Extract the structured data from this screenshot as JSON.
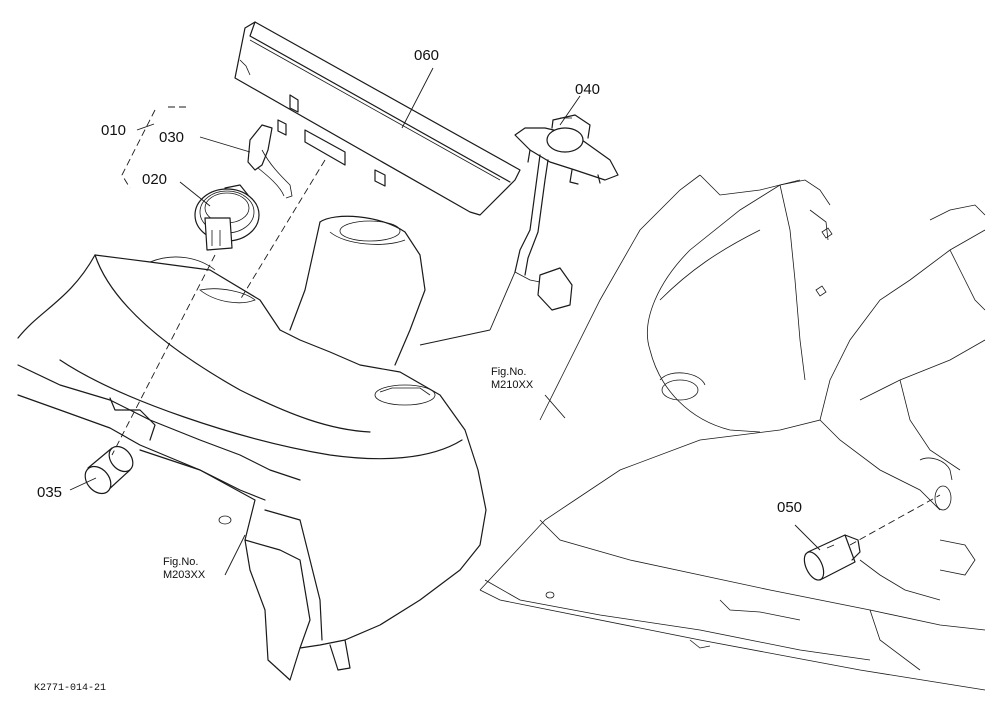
{
  "callouts": {
    "p060": "060",
    "p040": "040",
    "p010": "010",
    "p030": "030",
    "p020": "020",
    "p035": "035",
    "p050": "050"
  },
  "fig_refs": {
    "right": {
      "label": "Fig.No.",
      "number": "M210XX"
    },
    "left": {
      "label": "Fig.No.",
      "number": "M203XX"
    }
  },
  "drawing_code": "K2771-014-21"
}
